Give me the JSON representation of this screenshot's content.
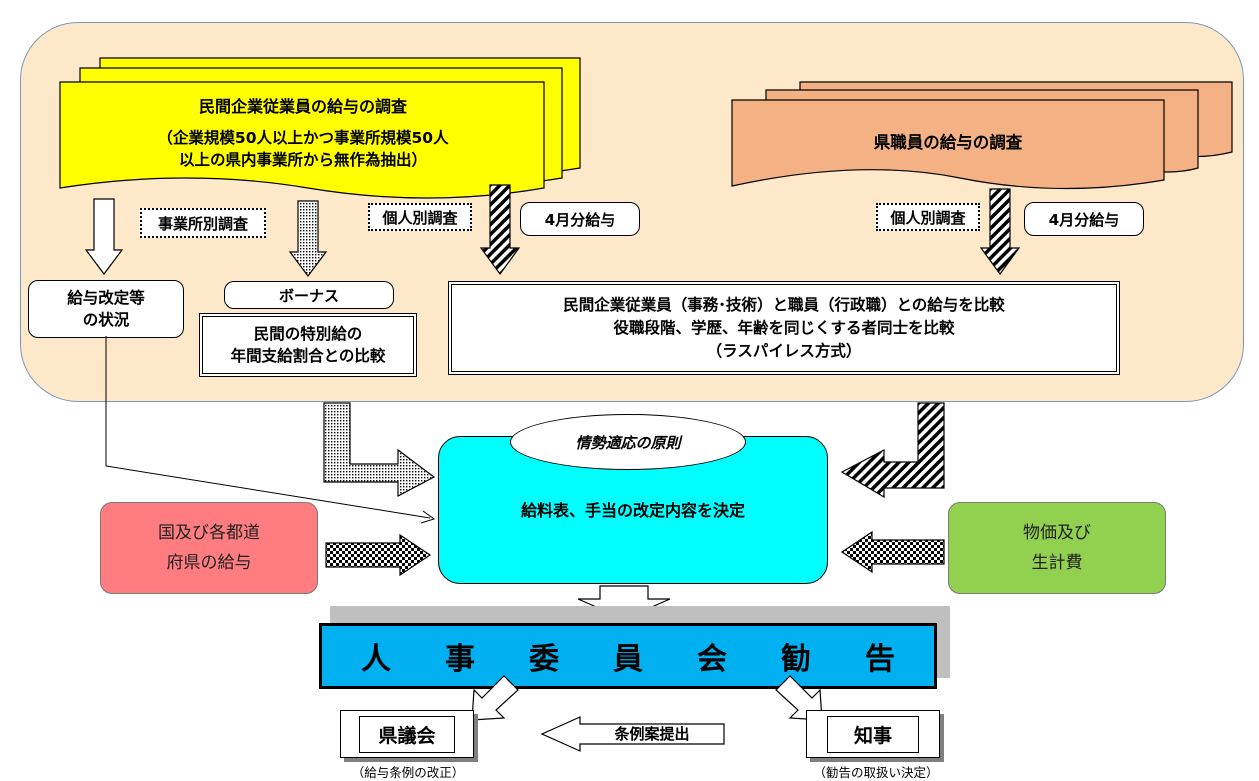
{
  "private_survey": {
    "title": "民間企業従業員の給与の調査",
    "sub1": "（企業規模50人以上かつ事業所規模50人",
    "sub2": "以上の県内事業所から無作為抽出）"
  },
  "staff_survey": {
    "title": "県職員の給与の調査"
  },
  "labels": {
    "establishment_survey": "事業所別調査",
    "individual_survey_left": "個人別調査",
    "april_pay_left": "4月分給与",
    "individual_survey_right": "個人別調査",
    "april_pay_right": "4月分給与"
  },
  "revision_status": {
    "line1": "給与改定等",
    "line2": "の状況"
  },
  "bonus": {
    "label": "ボーナス",
    "line1": "民間の特別給の",
    "line2": "年間支給割合との比較"
  },
  "comparison": {
    "line1": "民間企業従業員（事務･技術）と職員（行政職）との給与を比較",
    "line2": "役職段階、学歴、年齢を同じくする者同士を比較",
    "line3": "（ラスパイレス方式）"
  },
  "decision": {
    "principle": "情勢適応の原則",
    "text": "給料表、手当の改定内容を決定"
  },
  "national": {
    "line1": "国及び各都道",
    "line2": "府県の給与"
  },
  "prices": {
    "line1": "物価及び",
    "line2": "生計費"
  },
  "recommendation": {
    "chars": [
      "人",
      "事",
      "委",
      "員",
      "会",
      "勧",
      "告"
    ]
  },
  "assembly": {
    "label": "県議会",
    "note": "（給与条例の改正）"
  },
  "governor": {
    "label": "知事",
    "note": "（勧告の取扱い決定）"
  },
  "bill_submission": "条例案提出",
  "colors": {
    "panel": "#fde9c9",
    "private_doc": "#ffff00",
    "staff_doc": "#f4b183",
    "decision": "#00ffff",
    "national": "#ff7c80",
    "prices": "#92d050",
    "recommendation": "#00b0f0"
  }
}
